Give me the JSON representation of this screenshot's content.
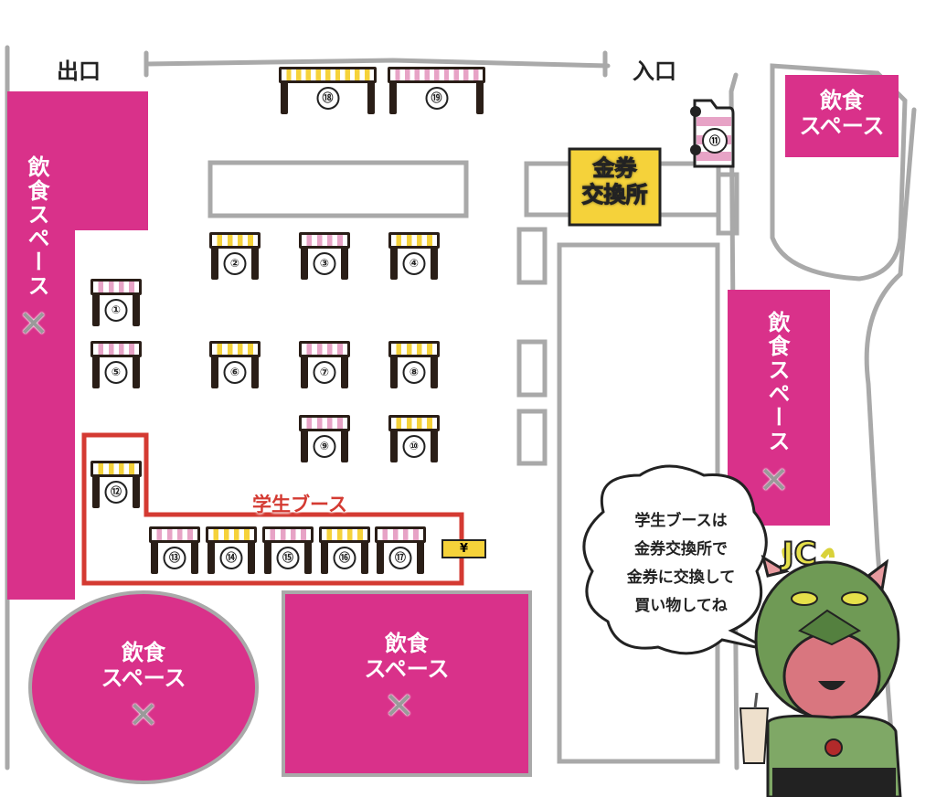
{
  "labels": {
    "exit": "出口",
    "entrance": "入口",
    "exchange": "金券\n交換所",
    "student_booth": "学生ブース",
    "yen": "¥"
  },
  "dining_label": "飲食スペース",
  "dining_areas": [
    {
      "id": "left",
      "label": "飲食スペース"
    },
    {
      "id": "top-right",
      "label": "飲食\nスペース"
    },
    {
      "id": "right",
      "label": "飲食スペース"
    },
    {
      "id": "bottom-left",
      "label": "飲食\nスペース"
    },
    {
      "id": "bottom-center",
      "label": "飲食\nスペース"
    }
  ],
  "booths": [
    {
      "num": "①",
      "stripe": "pink"
    },
    {
      "num": "②",
      "stripe": "yellow"
    },
    {
      "num": "③",
      "stripe": "pink"
    },
    {
      "num": "④",
      "stripe": "yellow"
    },
    {
      "num": "⑤",
      "stripe": "pink"
    },
    {
      "num": "⑥",
      "stripe": "yellow"
    },
    {
      "num": "⑦",
      "stripe": "pink"
    },
    {
      "num": "⑧",
      "stripe": "yellow"
    },
    {
      "num": "⑨",
      "stripe": "pink"
    },
    {
      "num": "⑩",
      "stripe": "yellow"
    },
    {
      "num": "⑫",
      "stripe": "yellow"
    },
    {
      "num": "⑬",
      "stripe": "pink"
    },
    {
      "num": "⑭",
      "stripe": "yellow"
    },
    {
      "num": "⑮",
      "stripe": "pink"
    },
    {
      "num": "⑯",
      "stripe": "yellow"
    },
    {
      "num": "⑰",
      "stripe": "pink"
    },
    {
      "num": "⑱",
      "stripe": "yellow"
    },
    {
      "num": "⑲",
      "stripe": "pink"
    }
  ],
  "food_truck": {
    "num": "⑪"
  },
  "speech": {
    "lines": [
      "学生ブースは",
      "金券交換所で",
      "金券に交換して",
      "買い物してね"
    ]
  },
  "mascot": {
    "badge": "JC"
  },
  "colors": {
    "pink": "#d9318a",
    "yellow": "#f5d23a",
    "stripe_pink": "#e7a3c6",
    "red": "#d43a32",
    "gray": "#a9a9a9",
    "green": "#6f9a55"
  }
}
